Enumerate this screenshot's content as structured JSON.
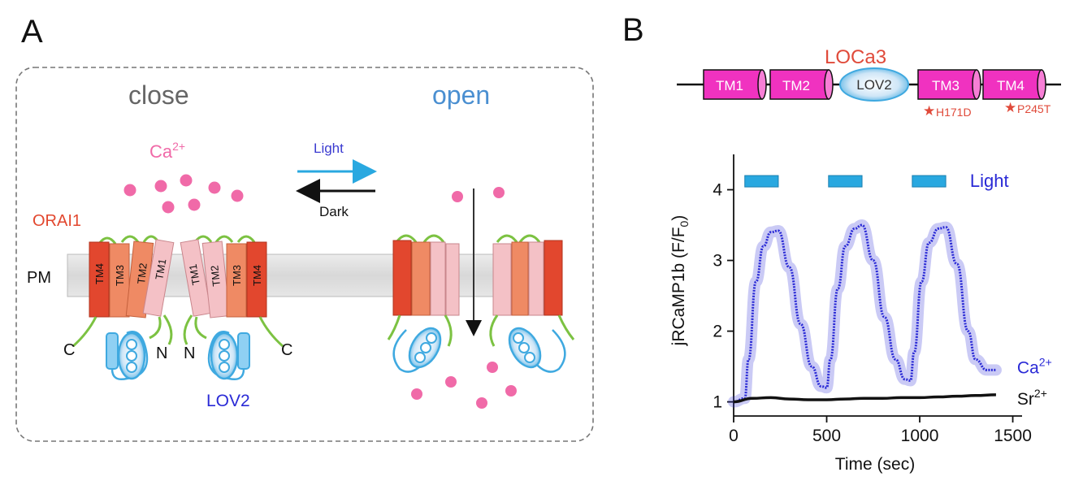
{
  "panel_a": {
    "label": "A",
    "state_close": "close",
    "state_open": "open",
    "ion_base": "Ca",
    "ion_charge": "2+",
    "protein": "ORAI1",
    "membrane": "PM",
    "light_label": "Light",
    "dark_label": "Dark",
    "tm_left": [
      "TM4",
      "TM3",
      "TM2",
      "TM1"
    ],
    "tm_right": [
      "TM1",
      "TM2",
      "TM3",
      "TM4"
    ],
    "c_left": "C",
    "n_left": "N",
    "n_right": "N",
    "c_right": "C",
    "lov2": "LOV2"
  },
  "panel_b": {
    "label": "B",
    "construct_name": "LOCa3",
    "domains": [
      "TM1",
      "TM2",
      "LOV2",
      "TM3",
      "TM4"
    ],
    "mutations": [
      "H171D",
      "P245T"
    ],
    "light_label": "Light"
  },
  "chart_data": {
    "type": "line",
    "xlabel": "Time (sec)",
    "ylabel": "jRCaMP1b (F/F0)",
    "xlim": [
      0,
      1550
    ],
    "ylim": [
      0.8,
      4.5
    ],
    "x_ticks": [
      0,
      500,
      1000,
      1500
    ],
    "y_ticks": [
      1,
      2,
      3,
      4
    ],
    "light_periods": [
      [
        60,
        240
      ],
      [
        510,
        690
      ],
      [
        960,
        1140
      ]
    ],
    "series": [
      {
        "name": "Ca2+",
        "label_base": "Ca",
        "label_charge": "2+",
        "color": "#2a2ad6",
        "x": [
          0,
          60,
          80,
          120,
          160,
          200,
          240,
          300,
          360,
          420,
          470,
          500,
          520,
          560,
          600,
          650,
          690,
          750,
          810,
          870,
          920,
          950,
          970,
          1010,
          1050,
          1100,
          1140,
          1200,
          1260,
          1300,
          1360,
          1410
        ],
        "y": [
          1.0,
          1.05,
          1.6,
          2.7,
          3.2,
          3.4,
          3.42,
          2.9,
          2.1,
          1.5,
          1.22,
          1.2,
          1.6,
          2.6,
          3.2,
          3.45,
          3.5,
          3.0,
          2.2,
          1.6,
          1.32,
          1.3,
          1.7,
          2.7,
          3.25,
          3.45,
          3.47,
          2.95,
          2.0,
          1.6,
          1.45,
          1.45
        ]
      },
      {
        "name": "Sr2+",
        "label_base": "Sr",
        "label_charge": "2+",
        "color": "#111111",
        "x": [
          0,
          100,
          200,
          300,
          400,
          500,
          600,
          700,
          800,
          900,
          1000,
          1100,
          1200,
          1300,
          1410
        ],
        "y": [
          1.0,
          1.05,
          1.06,
          1.04,
          1.03,
          1.03,
          1.04,
          1.05,
          1.05,
          1.06,
          1.06,
          1.07,
          1.08,
          1.09,
          1.1
        ]
      }
    ]
  },
  "colors": {
    "ca_dots": "#f06aa8",
    "orai_dark": "#e2472e",
    "orai_mid": "#ef8a64",
    "orai_light": "#f4c1c6",
    "loop_green": "#7cc242",
    "lov_blue": "#3fa9e0",
    "tm_box": "#f032c0",
    "light_bar": "#29a8e0",
    "ca_text": "#e04a3a",
    "label_blue": "#2a2ad6"
  }
}
